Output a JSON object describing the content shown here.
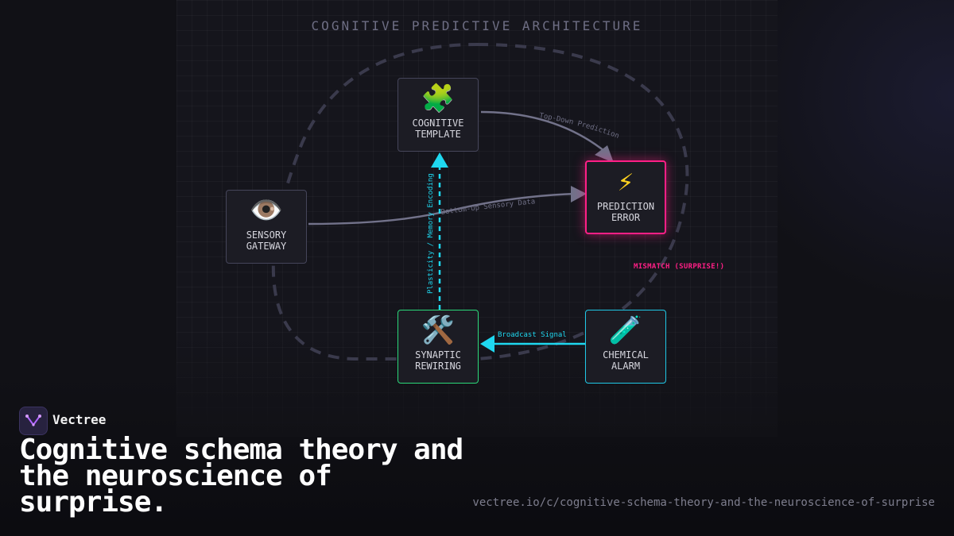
{
  "diagram": {
    "title": "COGNITIVE PREDICTIVE ARCHITECTURE",
    "nodes": {
      "template": {
        "icon": "🧩",
        "icon_name": "puzzle-piece-icon",
        "label": "COGNITIVE\nTEMPLATE"
      },
      "error": {
        "icon": "⚡",
        "icon_name": "lightning-bolt-icon",
        "label": "PREDICTION\nERROR",
        "color": "#ff1f86"
      },
      "sensory": {
        "icon": "👁️",
        "icon_name": "eye-icon",
        "label": "SENSORY\nGATEWAY"
      },
      "rewiring": {
        "icon": "🛠️",
        "icon_name": "hammer-wrench-icon",
        "label": "SYNAPTIC\nREWIRING",
        "color": "#2bd97a"
      },
      "alarm": {
        "icon": "🧪",
        "icon_name": "test-tube-icon",
        "label": "CHEMICAL\nALARM",
        "color": "#1fc8e6"
      }
    },
    "edges": {
      "top_down": "Top-Down Prediction",
      "bottom_up": "Bottom-Up Sensory Data",
      "plasticity": "Plasticity / Memory Encoding",
      "broadcast": "Broadcast Signal"
    },
    "mismatch_label": "MISMATCH (SURPRISE!)"
  },
  "brand": {
    "name": "Vectree",
    "logo_icon": "vectree-logo-icon"
  },
  "headline": "Cognitive schema theory and the neuroscience of surprise.",
  "url": "vectree.io/c/cognitive-schema-theory-and-the-neuroscience-of-surprise"
}
